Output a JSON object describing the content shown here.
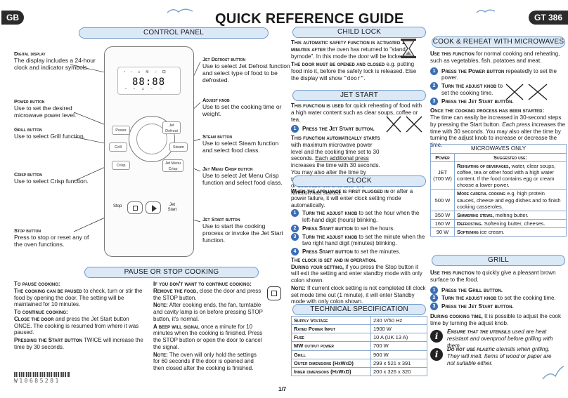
{
  "header": {
    "lang_badge": "GB",
    "title": "QUICK REFERENCE GUIDE",
    "model_badge": "GT 386",
    "page_number": "1/7",
    "barcode_text": "W10685281"
  },
  "control_panel": {
    "heading": "CONTROL PANEL",
    "display_text": "88:88",
    "buttons": {
      "power": "Power",
      "jet_defrost": "Jet Defrost",
      "grill": "Grill",
      "steam": "Steam",
      "crisp": "Crisp",
      "jet_menu_crisp": "Jet Menu Crisp",
      "stop": "Stop",
      "jet_start": "Jet Start"
    },
    "digital_display": {
      "title": "Digital display",
      "text": "The display includes a 24-hour clock and indicator symbols."
    },
    "power_button": {
      "title": "Power button",
      "text": "Use to set the desired microwave power level."
    },
    "grill_button": {
      "title": "Grill button",
      "text": "Use to select Grill function."
    },
    "crisp_button": {
      "title": "Crisp button",
      "text": "Use to select Crisp function."
    },
    "stop_button": {
      "title": "Stop button",
      "text": "Press to stop or reset any of the oven functions."
    },
    "jet_defrost_button": {
      "title": "Jet Defrost button",
      "text": "Use to select Jet Defrost function and select type of food to be defrosted."
    },
    "adjust_knob": {
      "title": "Adjust knob",
      "text": "Use to set the cooking time or weight."
    },
    "steam_button": {
      "title": "Steam button",
      "text": "Use to select Steam function and select food class."
    },
    "jet_menu_crisp_button": {
      "title": "Jet Menu Crisp button",
      "text": "Use to select Jet Menu Crisp function and select food class."
    },
    "jet_start_button": {
      "title": "Jet Start button",
      "text": "Use to start the cooking process or invoke the Jet Start function."
    }
  },
  "pause_stop": {
    "heading": "PAUSE OR STOP COOKING",
    "to_pause_title": "To pause cooking:",
    "pause_lead": "The cooking can be paused",
    "pause_text": " to check, turn or stir the food by opening the door. The setting will be maintained for 10 minutes.",
    "to_continue_title": "To continue cooking:",
    "continue_lead": "Close the door",
    "continue_text": " and press the Jet Start button ONCE. The cooking is resumed from where it was paused.",
    "twice_lead": "Pressing the Start button",
    "twice_text": " TWICE will increase the time by 30 seconds.",
    "dont_want_title": "If you don't want to continue cooking:",
    "remove_lead": "Remove the food,",
    "remove_text": " close the door and press the STOP button.",
    "note1_lead": "Note:",
    "note1_text": " After cooking ends, the fan, turntable and cavity lamp is on before pressing STOP button, it's normal.",
    "beep_lead": "A beep will signal",
    "beep_text": " once a minute for 10 minutes when the cooking is finished. Press the STOP button or open the door to cancel the signal.",
    "note2_lead": "Note:",
    "note2_text": " The oven will only hold the settings for 60 seconds if the door is opened and then closed after the cooking is finished."
  },
  "child_lock": {
    "heading": "CHILD LOCK",
    "p1_lead": "This automatic safety function is activated 1 minutes after",
    "p1_text": " the oven has returned to \"stand bymode\". In this mode the door will be locked.",
    "p2_lead": "The door must be opened and closed",
    "p2_text": " e.g. putting food into it, before the safety lock is released. Else the display will show ",
    "p2_door": "\"door\"",
    "p2_end": "."
  },
  "jet_start": {
    "heading": "JET START",
    "p1_lead": "This function is used",
    "p1_text": " for quick reheating of food with a high water content such as clear soups, coffee or tea.",
    "step1": "Press the Jet Start button.",
    "p2_lead": "This function automatically starts",
    "p2_text": " with maximum microwave power level and the cooking time set to 30 seconds. ",
    "p2_each": "Each additional press",
    "p2_end": " increases the time with 30 seconds. You may also alter the time by turning the adjust knob to increase or decrease the time after the function has started."
  },
  "clock": {
    "heading": "CLOCK",
    "intro_lead": "When the appliance is first plugged in",
    "intro_text": " or after a power failure, it will enter clock setting mode automatically.",
    "steps": [
      {
        "n": "1",
        "lead": "Turn the adjust knob",
        "text": " to set the hour when the left-hand digit (hours) blinking."
      },
      {
        "n": "2",
        "lead": "Press Start button",
        "text": " to set the hours."
      },
      {
        "n": "3",
        "lead": "Turn the adjust knob",
        "text": " to set the minute when the two right hand digit (minutes) blinking."
      },
      {
        "n": "4",
        "lead": "Press Start button",
        "text": " to set the minutes."
      }
    ],
    "set_line": "The clock is set and in operation.",
    "during_lead": "During your setting,",
    "during_text": " if you press the Stop button it will exit the setting and enter standby mode with only colon shown.",
    "note_lead": "Note:",
    "note_text": " If current clock setting is not completed till clock set mode time out (1 minute), it will enter Standby mode with only colon shown."
  },
  "tech_spec": {
    "heading": "TECHNICAL SPECIFICATION",
    "rows": [
      {
        "label": "Supply Voltage",
        "value": "230 V/50 Hz"
      },
      {
        "label": "Rated Power Input",
        "value": "1900 W"
      },
      {
        "label": "Fuse",
        "value": "10 A (UK 13 A)"
      },
      {
        "label": "MW output power",
        "value": "700 W"
      },
      {
        "label": "Grill",
        "value": "900 W"
      },
      {
        "label": "Outer dimensions (HxWxD)",
        "value": "299 x 521 x 391"
      },
      {
        "label": "Inner dimensions (HxWxD)",
        "value": "200 x 326 x 320"
      }
    ]
  },
  "cook_reheat": {
    "heading": "COOK & REHEAT WITH MICROWAVES",
    "intro_lead": "Use this function",
    "intro_text": " for normal cooking and reheating, such as vegetables, fish, potatoes and meat.",
    "steps": [
      {
        "n": "1",
        "lead": "Press the Power button",
        "text": " repeatedly to set the power."
      },
      {
        "n": "2",
        "lead": "Turn the adjust knob",
        "text": " to set the cooking time."
      },
      {
        "n": "3",
        "lead": "Press the Jet Start button.",
        "text": ""
      }
    ],
    "started_title": "Once the cooking process has been started:",
    "started_text1": "The time can easily be increased in 30-second steps by pressing the Start button. ",
    "started_each": "Each press",
    "started_text2": " increases the time with 30 seconds. You may also alter the time by turning the adjust knob to increase or decrease the time.",
    "table_title": "MICROWAVES ONLY",
    "col_power": "Power",
    "col_use": "Suggested use:",
    "rows": [
      {
        "power": "JET (700 W)",
        "lead": "Reheating of beverages,",
        "text": " water, clear soups, coffee, tea or other food with a high water content. If the food contains egg or cream choose a lower power."
      },
      {
        "power": "500 W",
        "lead": "More careful cooking",
        "text": " e.g. high protein sauces, cheese and egg dishes and to finish cooking casseroles."
      },
      {
        "power": "350 W",
        "lead": "Simmering stews,",
        "text": " melting butter."
      },
      {
        "power": "160 W",
        "lead": "Defrosting.",
        "text": " Softening butter, cheeses."
      },
      {
        "power": "90 W",
        "lead": "Softening",
        "text": " ice cream."
      }
    ]
  },
  "grill": {
    "heading": "GRILL",
    "intro_lead": "Use this function",
    "intro_text": " to quickly give a pleasant brown surface to the food.",
    "steps": [
      {
        "n": "1",
        "lead": "Press the Grill button.",
        "text": ""
      },
      {
        "n": "2",
        "lead": "Turn the adjust knob",
        "text": " to set the cooking time."
      },
      {
        "n": "3",
        "lead": "Press the Jet Start button.",
        "text": ""
      }
    ],
    "during_lead": "During cooking time,",
    "during_text": " It is possible to adjust the cook time by turning the adjust knob.",
    "info1_lead": "Ensure that the utensils",
    "info1_text": " used are heat resistant and ovenproof before grilling with them.",
    "info2_lead": "Do not use plastic",
    "info2_text": " utensils when grilling. They will melt. Items of wood or paper are not suitable either."
  },
  "colors": {
    "accent": "#3a6eb5",
    "pill_fill": "#dbe8f6",
    "pill_border": "#6f98c8",
    "badge": "#2b2b2b"
  }
}
